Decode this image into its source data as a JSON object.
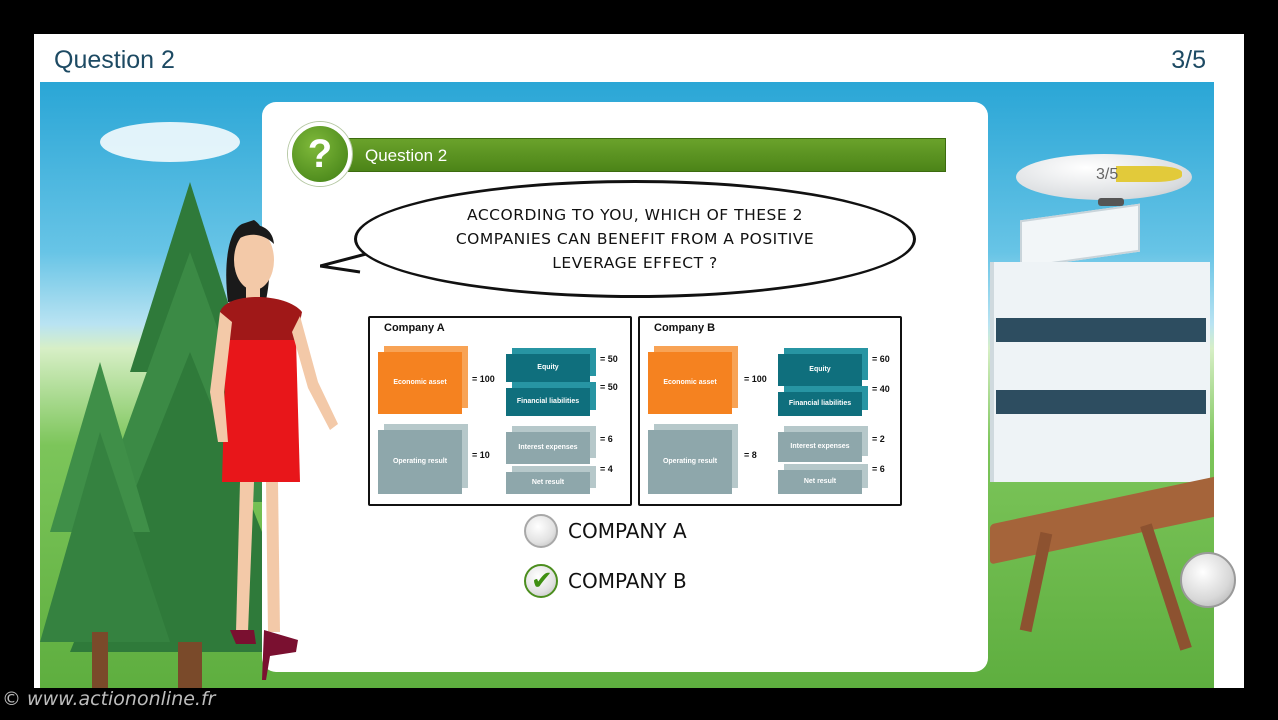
{
  "header": {
    "title": "Question 2",
    "progress": "3/5"
  },
  "blimp": {
    "label": "3/5"
  },
  "question": {
    "bar_label": "Question 2",
    "icon": "question-mark-icon",
    "icon_glyph": "?",
    "prompt": "According to you, which of these 2 companies can benefit from a positive leverage effect ?"
  },
  "companies": [
    {
      "title": "Company A",
      "economic_asset_label": "Economic asset",
      "economic_asset_value": "= 100",
      "equity_label": "Equity",
      "equity_value": "= 50",
      "financial_liabilities_label": "Financial liabilities",
      "financial_liabilities_value": "= 50",
      "operating_result_label": "Operating result",
      "operating_result_value": "= 10",
      "interest_expenses_label": "Interest expenses",
      "interest_expenses_value": "= 6",
      "net_result_label": "Net result",
      "net_result_value": "= 4"
    },
    {
      "title": "Company B",
      "economic_asset_label": "Economic asset",
      "economic_asset_value": "= 100",
      "equity_label": "Equity",
      "equity_value": "= 60",
      "financial_liabilities_label": "Financial liabilities",
      "financial_liabilities_value": "= 40",
      "operating_result_label": "Operating result",
      "operating_result_value": "= 8",
      "interest_expenses_label": "Interest expenses",
      "interest_expenses_value": "= 2",
      "net_result_label": "Net result",
      "net_result_value": "= 6"
    }
  ],
  "options": [
    {
      "label": "COMPANY A",
      "checked": false
    },
    {
      "label": "COMPANY B",
      "checked": true,
      "check_glyph": "✔"
    }
  ],
  "colors": {
    "green_bar": "#5b9321",
    "orange_block": "#f58220",
    "teal_block": "#0f6f7d",
    "grey_block": "#8ea7ab"
  },
  "footer": {
    "copyright": "© www.actiononline.fr"
  }
}
